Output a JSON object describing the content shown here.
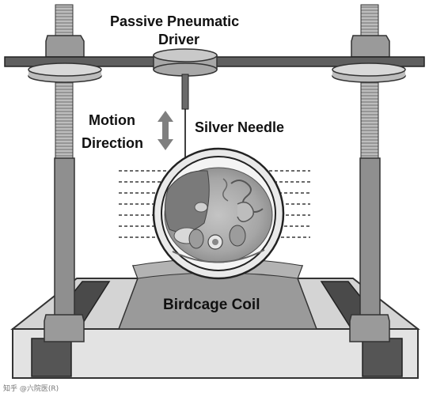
{
  "diagram": {
    "labels": {
      "driver_line1": "Passive Pneumatic",
      "driver_line2": "Driver",
      "motion_line1": "Motion",
      "motion_line2": "Direction",
      "needle": "Silver Needle",
      "coil": "Birdcage Coil"
    },
    "watermark": "知乎 @六院医(R)"
  }
}
